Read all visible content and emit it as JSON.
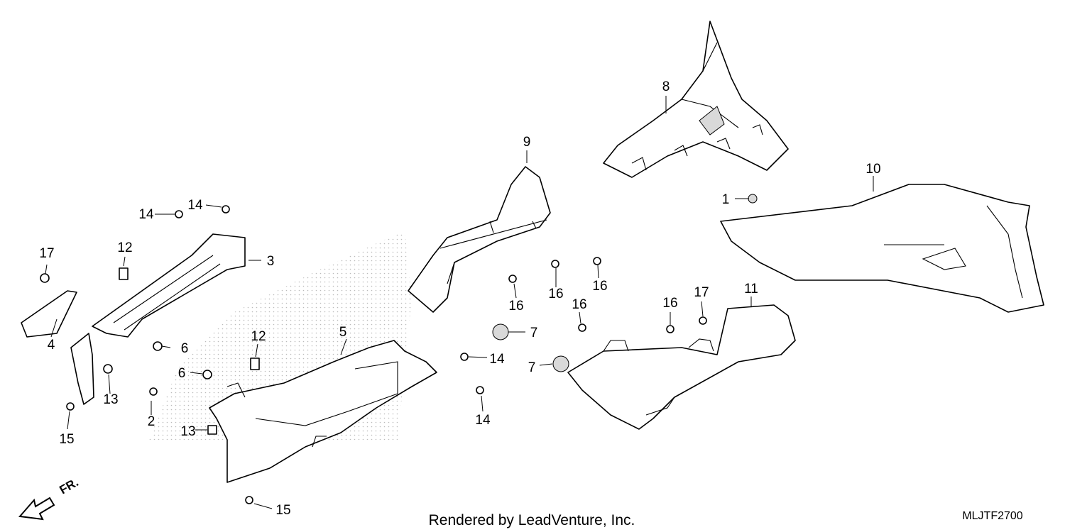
{
  "diagram": {
    "credit": "Rendered by LeadVenture, Inc.",
    "code": "MLJTF2700",
    "direction_label": "FR.",
    "callouts": [
      {
        "label": "1"
      },
      {
        "label": "2"
      },
      {
        "label": "3"
      },
      {
        "label": "4"
      },
      {
        "label": "5"
      },
      {
        "label": "6"
      },
      {
        "label": "6"
      },
      {
        "label": "7"
      },
      {
        "label": "7"
      },
      {
        "label": "8"
      },
      {
        "label": "9"
      },
      {
        "label": "10"
      },
      {
        "label": "11"
      },
      {
        "label": "12"
      },
      {
        "label": "12"
      },
      {
        "label": "13"
      },
      {
        "label": "13"
      },
      {
        "label": "14"
      },
      {
        "label": "14"
      },
      {
        "label": "14"
      },
      {
        "label": "14"
      },
      {
        "label": "15"
      },
      {
        "label": "15"
      },
      {
        "label": "16"
      },
      {
        "label": "16"
      },
      {
        "label": "16"
      },
      {
        "label": "16"
      },
      {
        "label": "16"
      },
      {
        "label": "17"
      }
    ]
  }
}
